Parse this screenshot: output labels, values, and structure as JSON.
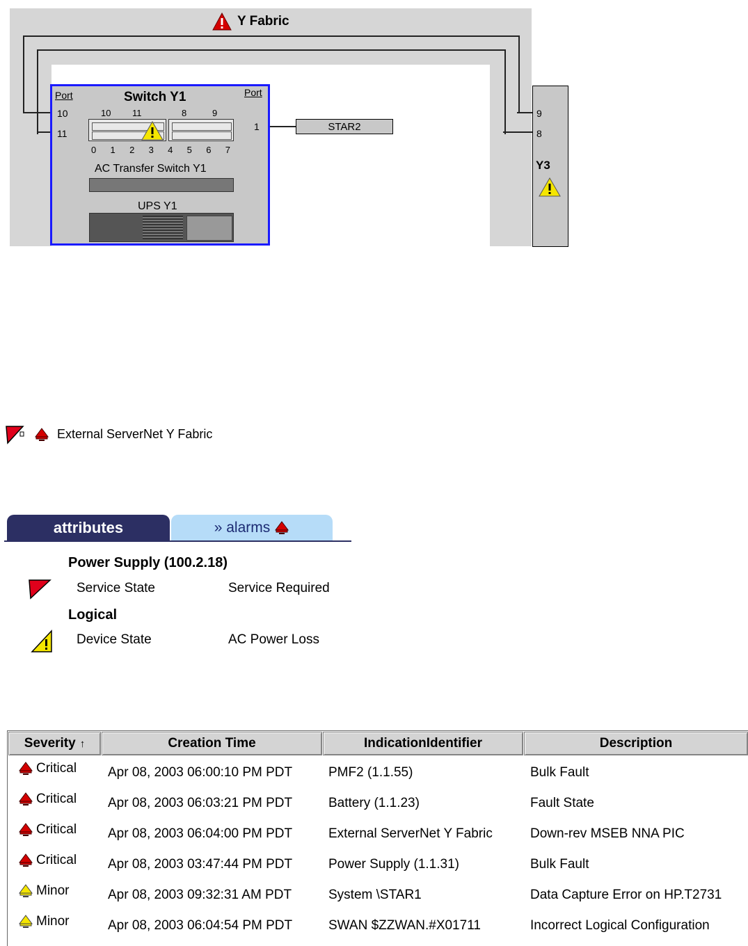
{
  "diagram": {
    "title": "Y Fabric",
    "switch": {
      "title": "Switch Y1",
      "left_port_header": "Port",
      "right_port_header": "Port",
      "left_ports": [
        "10",
        "11"
      ],
      "right_ports": [
        "1"
      ],
      "top_port_labels": [
        "10",
        "11",
        "8",
        "9"
      ],
      "bottom_port_labels": [
        "0",
        "1",
        "2",
        "3",
        "4",
        "5",
        "6",
        "7"
      ],
      "ac_label": "AC Transfer Switch Y1",
      "ups_label": "UPS Y1"
    },
    "star_label": "STAR2",
    "y3": {
      "label": "Y3",
      "ports": [
        "9",
        "8"
      ]
    },
    "colors": {
      "switch_border": "#1a1aff",
      "critical": "#d40000",
      "minor": "#f5e600"
    }
  },
  "breadcrumb": {
    "label": "External ServerNet Y Fabric",
    "icons": [
      "service-required-flag-icon",
      "critical-bell-icon"
    ]
  },
  "tabs": {
    "attributes": "attributes",
    "alarms": "» alarms"
  },
  "attributes": [
    {
      "group": "Power Supply (100.2.18)",
      "name": "Service State",
      "value": "Service Required",
      "icon": "service-required-flag-icon"
    },
    {
      "group": "Logical",
      "name": "Device State",
      "value": "AC Power Loss",
      "icon": "minor-warning-icon"
    }
  ],
  "alarm_table": {
    "columns": [
      "Severity",
      "Creation Time",
      "IndicationIdentifier",
      "Description"
    ],
    "sort_indicator": "↑",
    "rows": [
      {
        "severity": "Critical",
        "time": "Apr 08, 2003 06:00:10 PM PDT",
        "id": "PMF2 (1.1.55)",
        "desc": "Bulk Fault"
      },
      {
        "severity": "Critical",
        "time": "Apr 08, 2003 06:03:21 PM PDT",
        "id": "Battery (1.1.23)",
        "desc": "Fault State"
      },
      {
        "severity": "Critical",
        "time": "Apr 08, 2003 06:04:00 PM PDT",
        "id": "External ServerNet Y Fabric",
        "desc": "Down-rev MSEB NNA PIC"
      },
      {
        "severity": "Critical",
        "time": "Apr 08, 2003 03:47:44 PM PDT",
        "id": "Power Supply (1.1.31)",
        "desc": "Bulk Fault"
      },
      {
        "severity": "Minor",
        "time": "Apr 08, 2003 09:32:31 AM PDT",
        "id": "System \\STAR1",
        "desc": "Data Capture Error on HP.T2731"
      },
      {
        "severity": "Minor",
        "time": "Apr 08, 2003 06:04:54 PM PDT",
        "id": "SWAN $ZZWAN.#X01711",
        "desc": "Incorrect Logical Configuration"
      }
    ]
  }
}
